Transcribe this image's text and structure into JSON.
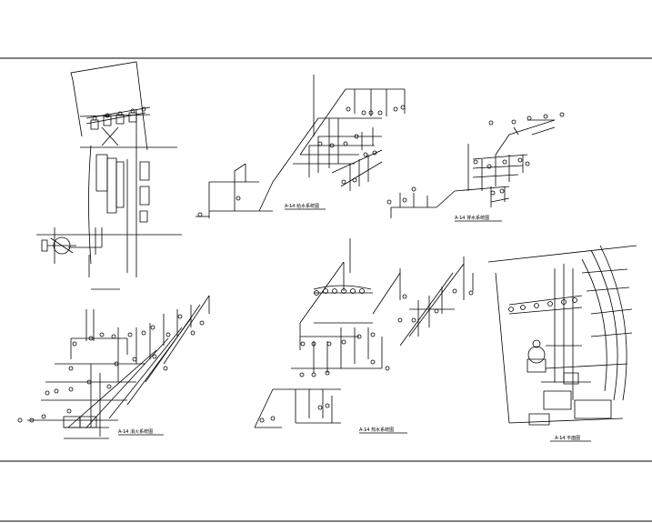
{
  "drawing": {
    "ink_color": "#000000",
    "paper_color": "#ffffff",
    "views": [
      {
        "id": "plan-left",
        "caption": ""
      },
      {
        "id": "iso-top-middle",
        "caption": "A-1̵4 给水系统图"
      },
      {
        "id": "iso-top-right",
        "caption": "A-1̵4 排水系统图"
      },
      {
        "id": "iso-bottom-left",
        "caption": "A-1̵4 消火系统图"
      },
      {
        "id": "iso-bottom-middle",
        "caption": "A-1̵4 热水系统图"
      },
      {
        "id": "plan-right",
        "caption": "A-1̵4 平面图"
      }
    ]
  }
}
